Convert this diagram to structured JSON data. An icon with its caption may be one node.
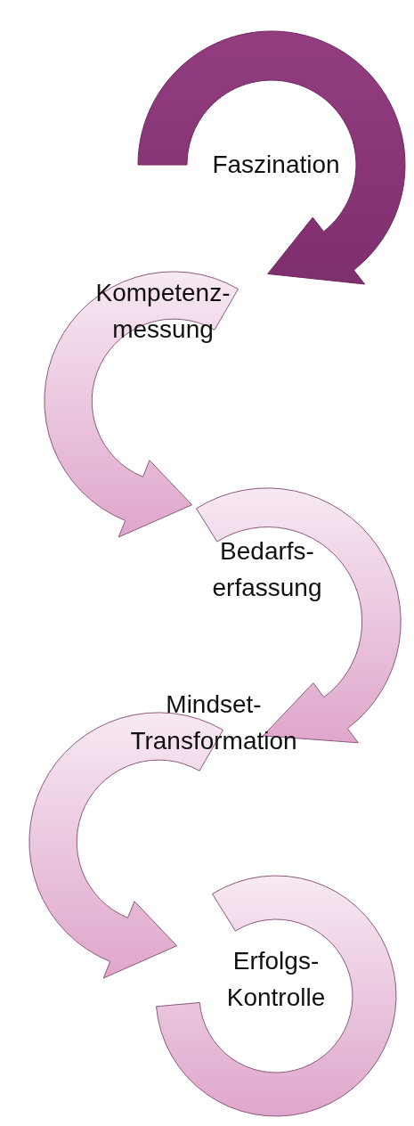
{
  "diagram": {
    "nodes": [
      {
        "text": [
          "Faszination"
        ]
      },
      {
        "text": [
          "Kompetenz- messung"
        ]
      },
      {
        "text": [
          "Bedarfs- erfassung"
        ]
      },
      {
        "text": [
          "Mindset- Transformation"
        ]
      },
      {
        "text": [
          "Erfolgs- Kontrolle"
        ]
      }
    ]
  }
}
